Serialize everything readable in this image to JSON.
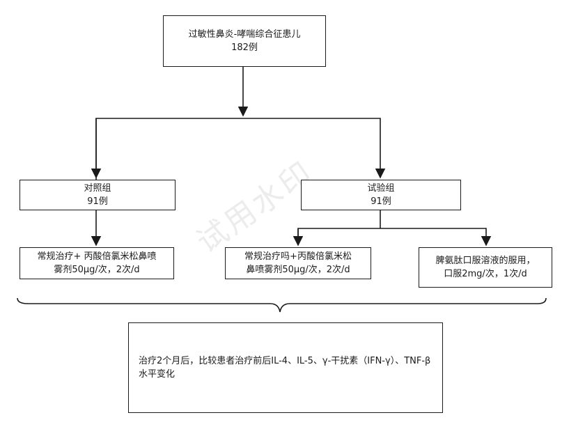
{
  "watermark": "试用水印",
  "nodes": {
    "root": {
      "line1": "过敏性鼻炎-哮喘综合征患儿",
      "line2": "182例"
    },
    "control": {
      "line1": "对照组",
      "line2": "91例"
    },
    "test": {
      "line1": "试验组",
      "line2": "91例"
    },
    "control_treatment": {
      "line1": "常规治疗+ 丙酸倍氯米松鼻喷",
      "line2": "雾剂50μg/次，2次/d"
    },
    "test_treatment_a": {
      "line1": "常规治疗吗+丙酸倍氯米松",
      "line2": "鼻喷雾剂50μg/次，2次/d"
    },
    "test_treatment_b": {
      "line1": "脾氨肽口服溶液的服用，",
      "line2": "口服2mg/次，1次/d"
    },
    "outcome": {
      "text": "治疗2个月后，比较患者治疗前后IL-4、IL-5、γ-干扰素（IFN-γ）、TNF-β水平变化"
    }
  }
}
